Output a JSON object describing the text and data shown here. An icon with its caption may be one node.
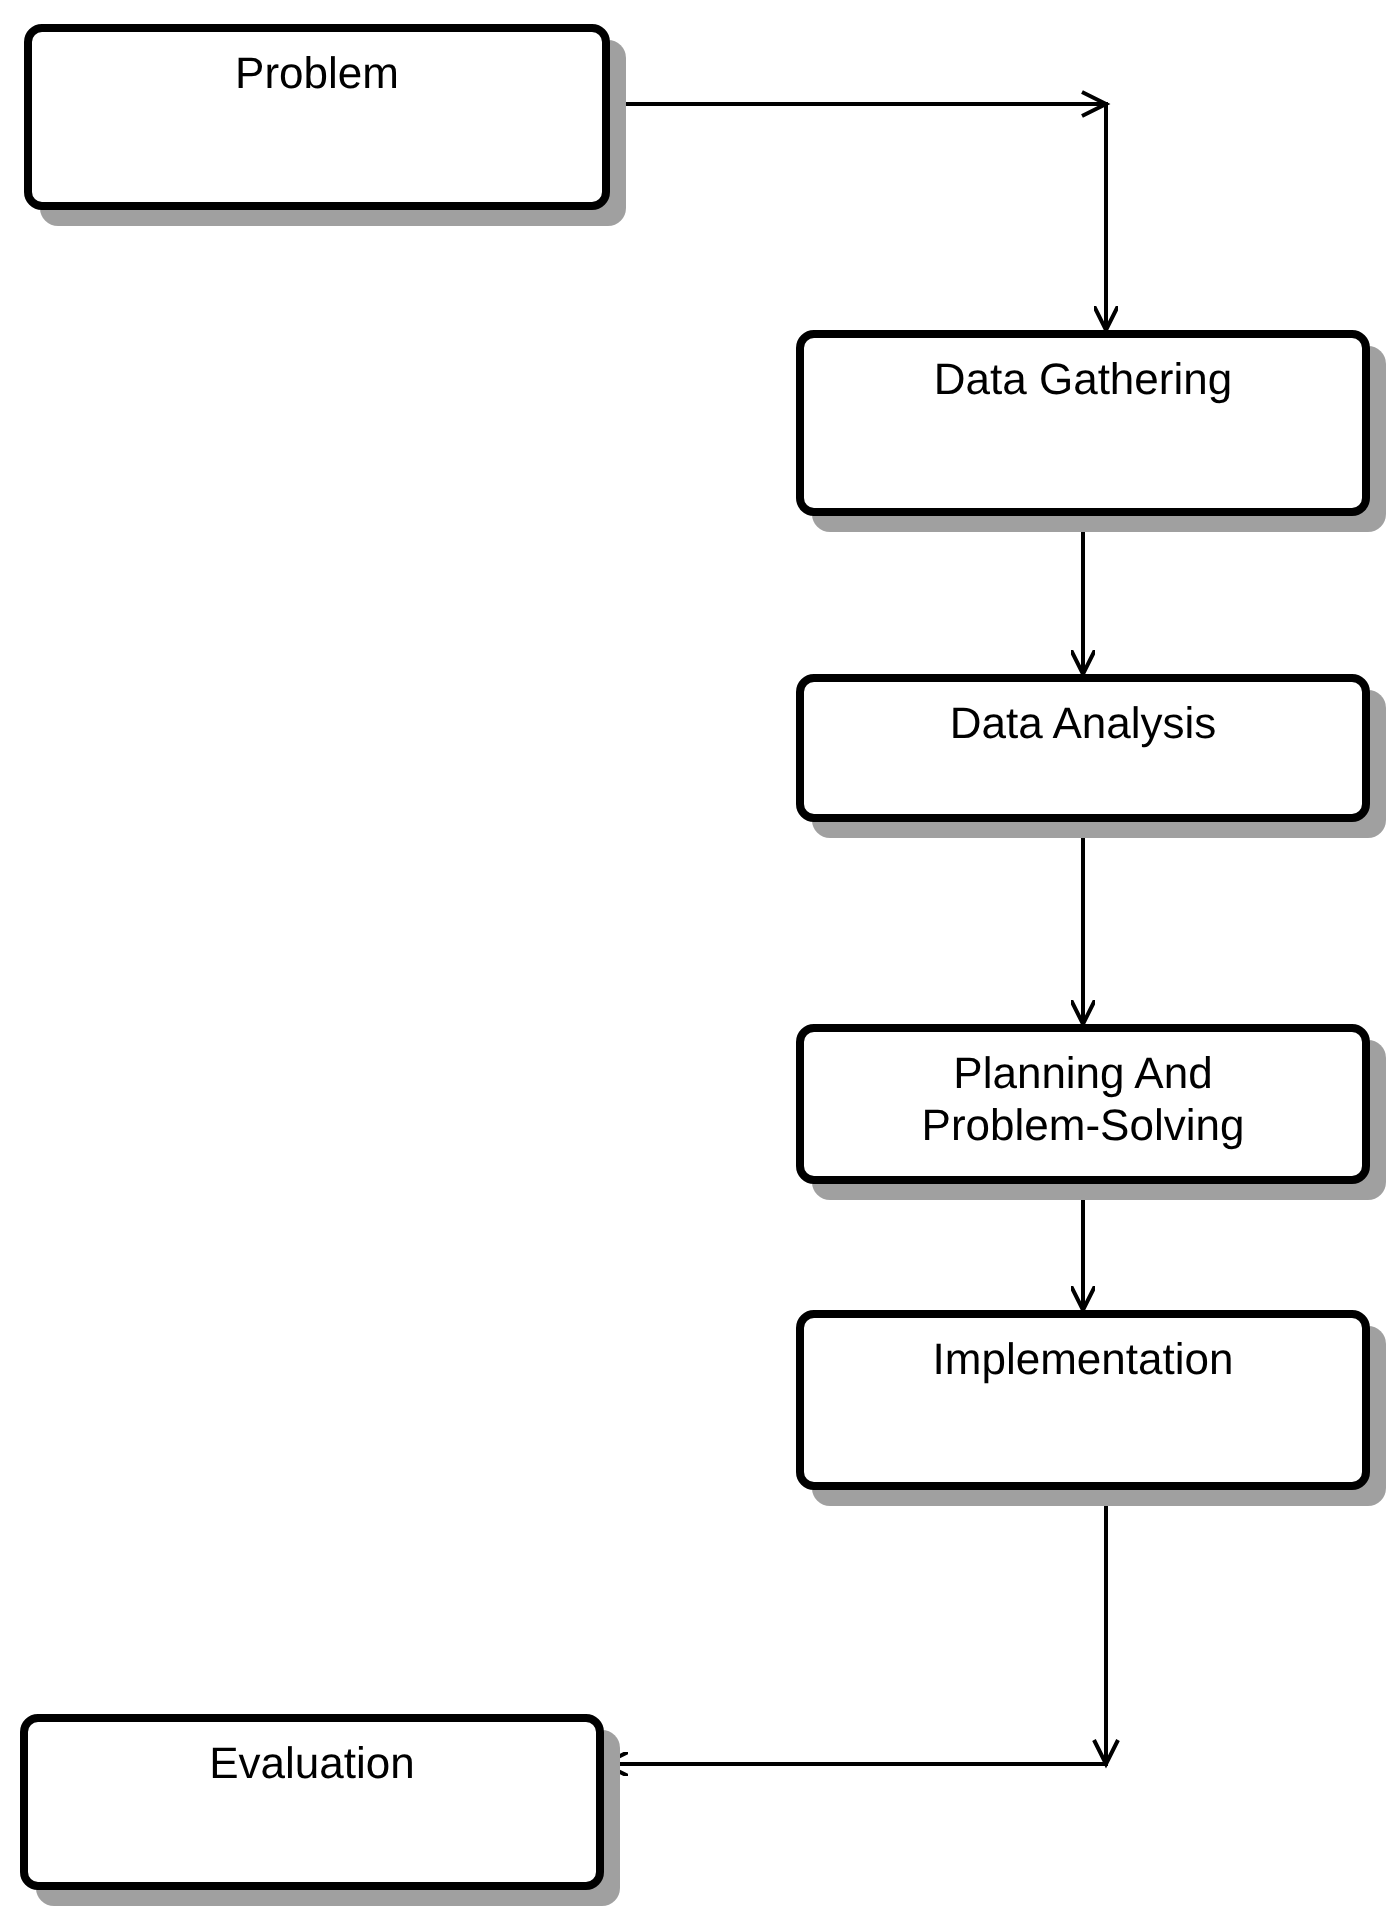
{
  "diagram": {
    "nodes": [
      {
        "text": [
          "Problem"
        ]
      },
      {
        "text": [
          "Data Gathering"
        ]
      },
      {
        "text": [
          "Data Analysis"
        ]
      },
      {
        "text": [
          "Planning And Problem-Solving"
        ]
      },
      {
        "text": [
          "Implementation"
        ]
      },
      {
        "text": [
          "Evaluation"
        ]
      }
    ],
    "edges": [
      {
        "from": 0,
        "to": 1,
        "arrow": "to"
      },
      {
        "from": 1,
        "to": 2,
        "arrow": "to"
      },
      {
        "from": 2,
        "to": 3,
        "arrow": "to"
      },
      {
        "from": 3,
        "to": 4,
        "arrow": "to"
      },
      {
        "from": 4,
        "to": 5,
        "arrow": "to"
      }
    ]
  }
}
